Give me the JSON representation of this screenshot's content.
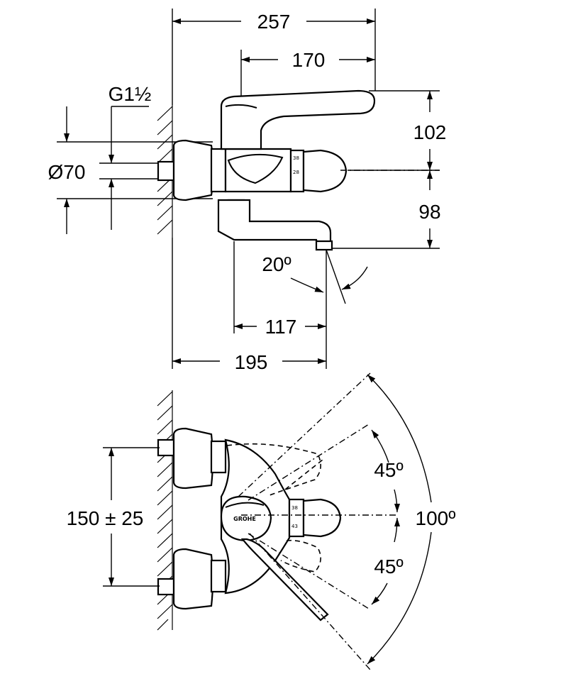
{
  "dimensions": {
    "overall_width": "257",
    "lever_to_end": "170",
    "top_height": "102",
    "bottom_height": "98",
    "connection_thread": "G1½",
    "diameter": "Ø70",
    "spout_angle": "20º",
    "spout_reach": "117",
    "wall_to_spout": "195",
    "connection_spacing": "150 ± 25",
    "swivel_upper": "45º",
    "swivel_lower": "45º",
    "swivel_total": "100º"
  },
  "logo_text": "GROHE",
  "colors": {
    "line": "#000000",
    "background": "#ffffff"
  }
}
